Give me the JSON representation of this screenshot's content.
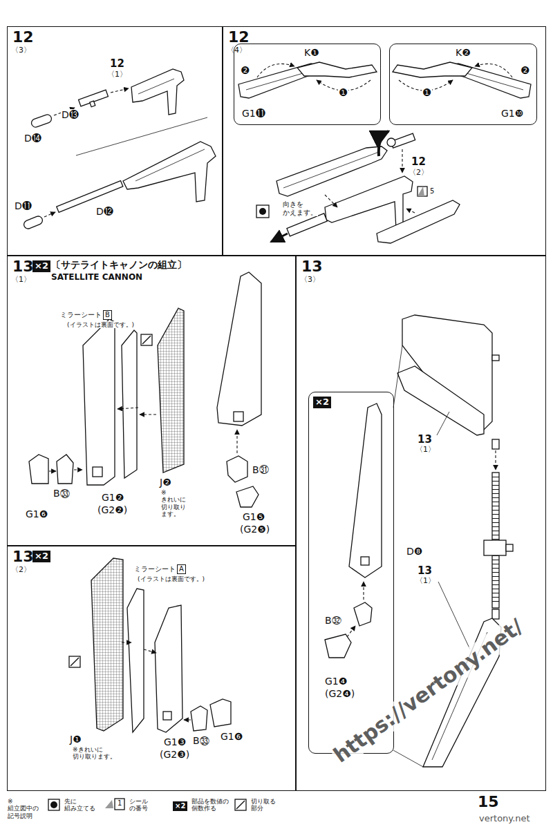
{
  "diagram": {
    "nodes": [
      {
        "text": [
          "12",
          "〈3〉"
        ]
      },
      {
        "text": [
          "12",
          "〈4〉"
        ]
      },
      {
        "text": [
          "K❶",
          "❷",
          "❶",
          "G1⓫"
        ],
        "in": 1
      },
      {
        "text": [
          "K❷",
          "❷",
          "❶",
          "G1❿"
        ],
        "in": 1
      },
      {
        "text": [
          "13",
          "〈1〉",
          "×2",
          "〔サテライトキャノンの組立〕",
          "SATELLITE CANNON"
        ]
      },
      {
        "text": [
          "13",
          "〈3〉"
        ]
      },
      {
        "text": [
          "×2",
          "B㉜",
          "G1❹",
          "(G2❹)"
        ],
        "in": 5
      },
      {
        "text": [
          "13",
          "〈2〉",
          "×2"
        ]
      }
    ],
    "labels": [
      "12",
      "〈1〉",
      "D⓭",
      "D⓮",
      "D⓫",
      "D⓬",
      "向きを かえます。",
      "5",
      "12",
      "〈2〉",
      "ミラーシート",
      "B",
      "(イラストは裏面です。)",
      "J❷",
      "※きれいに 切り取り ます。",
      "G1❷",
      "(G2❷)",
      "B㉝",
      "G1❻",
      "B㉛",
      "G1❺",
      "(G2❺)",
      "ミラーシート",
      "A",
      "(イラストは裏面です。)",
      "J❶",
      "※きれいに 切り取ります。",
      "G1❸",
      "(G2❸)",
      "B㉝",
      "G1❻",
      "13",
      "〈1〉",
      "D❽",
      "13",
      "〈1〉",
      "※組立図中の 記号説明",
      "1",
      "×2",
      "15",
      "https://vertony.net/",
      "vertony.net"
    ],
    "legend": [
      {
        "text": "先に 組み立てる"
      },
      {
        "text": "シール の番号"
      },
      {
        "text": "部品を数値の 個数作る"
      },
      {
        "text": "切り取る 部分"
      }
    ]
  }
}
